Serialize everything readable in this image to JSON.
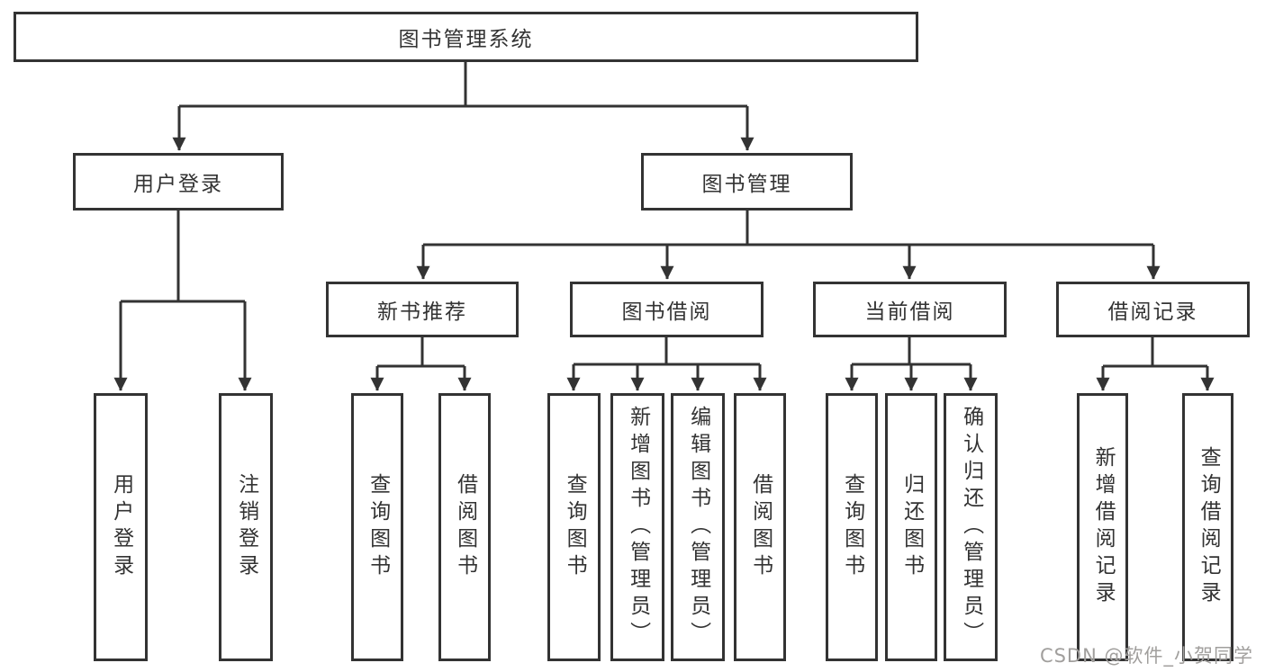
{
  "diagram": {
    "type": "tree",
    "tree": {
      "root": {
        "label": "图书管理系统"
      },
      "children": [
        {
          "label": "用户登录",
          "children": [
            {
              "label": "用户登录"
            },
            {
              "label": "注销登录"
            }
          ]
        },
        {
          "label": "图书管理",
          "children": [
            {
              "label": "新书推荐",
              "children": [
                {
                  "label": "查询图书"
                },
                {
                  "label": "借阅图书"
                }
              ]
            },
            {
              "label": "图书借阅",
              "children": [
                {
                  "label": "查询图书"
                },
                {
                  "label": "新增图书（管理员）"
                },
                {
                  "label": "编辑图书（管理员）"
                },
                {
                  "label": "借阅图书"
                }
              ]
            },
            {
              "label": "当前借阅",
              "children": [
                {
                  "label": "查询图书"
                },
                {
                  "label": "归还图书"
                },
                {
                  "label": "确认归还（管理员）"
                }
              ]
            },
            {
              "label": "借阅记录",
              "children": [
                {
                  "label": "新增借阅记录"
                },
                {
                  "label": "查询借阅记录"
                }
              ]
            }
          ]
        }
      ]
    },
    "colors": {
      "line": "#333333",
      "box_border": "#333333",
      "box_fill": "#ffffff",
      "text": "#333333",
      "background": "#ffffff",
      "watermark": "#a19f9d"
    }
  },
  "watermark": {
    "text": "CSDN @软件_小贺同学"
  }
}
